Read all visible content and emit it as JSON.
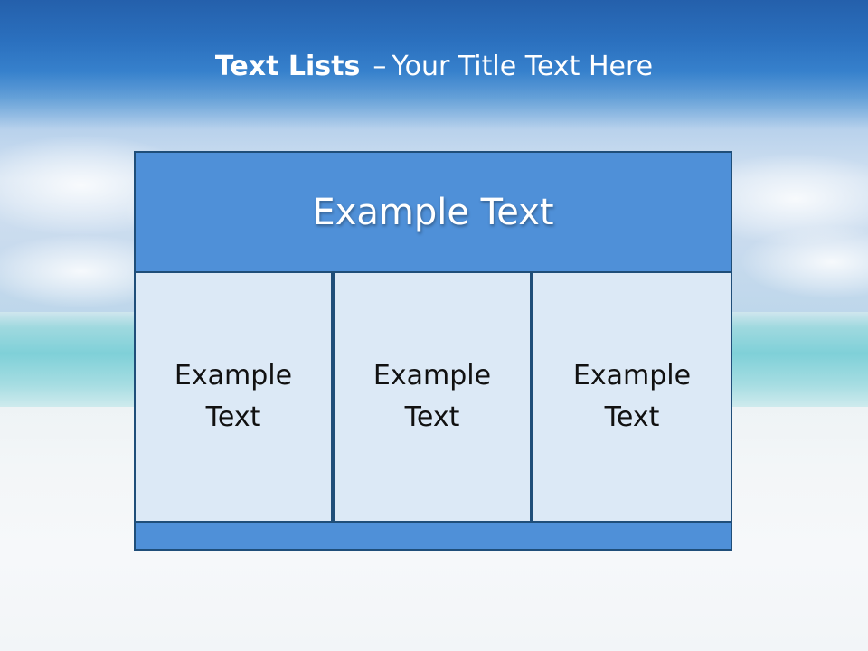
{
  "slide": {
    "title_bold": "Text Lists",
    "title_separator": "–",
    "title_rest": "Your Title Text Here"
  },
  "diagram": {
    "header": "Example Text",
    "columns": [
      {
        "label": "Example Text"
      },
      {
        "label": "Example Text"
      },
      {
        "label": "Example Text"
      }
    ]
  },
  "colors": {
    "header_fill": "#4f90d8",
    "column_fill": "#dce9f6",
    "border": "#1f4e79",
    "title_text": "#ffffff"
  },
  "background": {
    "scene": "beach-sky-sea-sand"
  }
}
